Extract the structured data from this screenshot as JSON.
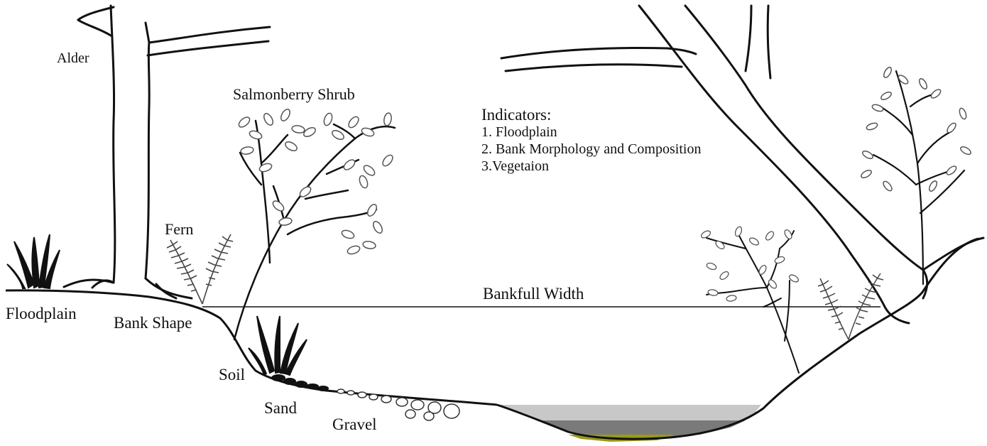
{
  "labels": {
    "alder": "Alder",
    "salmonberry": "Salmonberry Shrub",
    "fern": "Fern",
    "floodplain": "Floodplain",
    "bank_shape": "Bank Shape",
    "bankfull_width": "Bankfull Width",
    "soil": "Soil",
    "sand": "Sand",
    "gravel": "Gravel"
  },
  "indicators": {
    "title": "Indicators:",
    "items": [
      "1. Floodplain",
      "2. Bank Morphology and Composition",
      "3.Vegetaion"
    ]
  },
  "colors": {
    "line": "#111111",
    "water_light": "#c8c8c8",
    "water_mid": "#7a7a7a",
    "water_dark": "#4a4a4a",
    "sediment": "#9a9a1a"
  }
}
